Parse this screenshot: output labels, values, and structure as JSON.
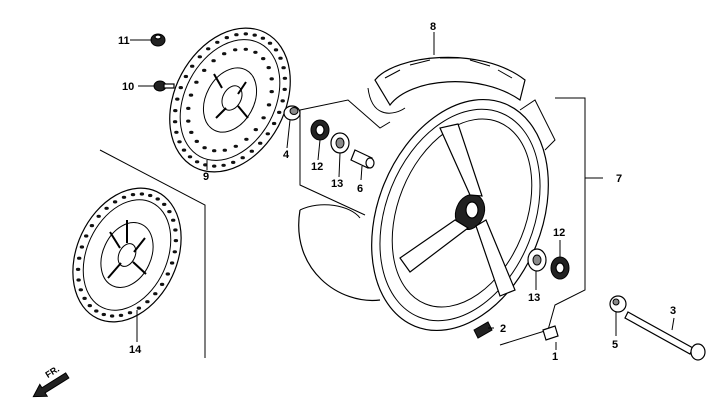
{
  "labels": {
    "p1": "1",
    "p2": "2",
    "p3": "3",
    "p4": "4",
    "p5": "5",
    "p6": "6",
    "p7": "7",
    "p8": "8",
    "p9": "9",
    "p10": "10",
    "p11": "11",
    "p12a": "12",
    "p12b": "12",
    "p13a": "13",
    "p13b": "13",
    "p14": "14"
  },
  "front_arrow": {
    "text": "FR."
  }
}
